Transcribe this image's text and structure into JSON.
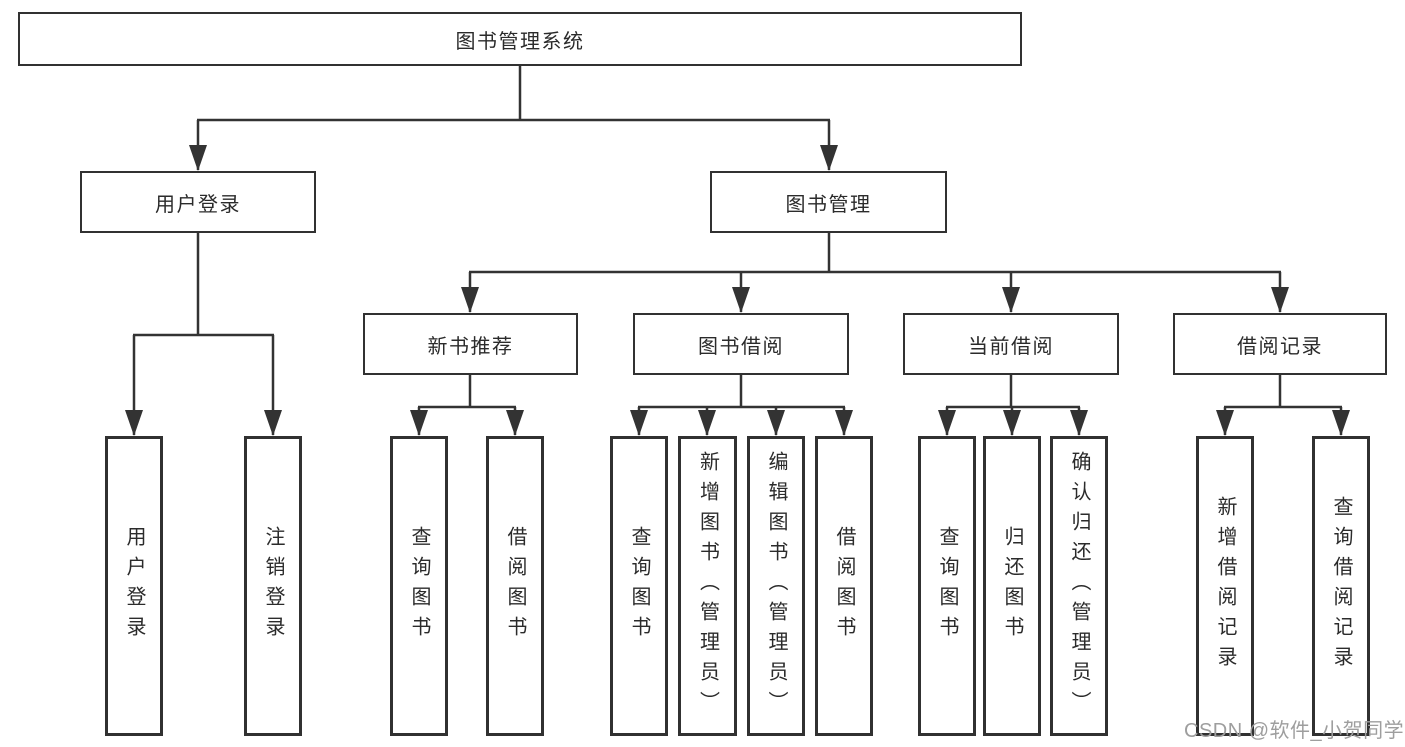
{
  "diagram": {
    "type": "hierarchy",
    "colors": {
      "line": "#333333",
      "box_border": "#313131",
      "box_fill": "#ffffff",
      "text": "#2b2b2b"
    },
    "root": {
      "id": "library-management-system",
      "label": "图书管理系统"
    },
    "level2": [
      {
        "id": "user-login",
        "label": "用户登录",
        "parent": "library-management-system"
      },
      {
        "id": "book-management",
        "label": "图书管理",
        "parent": "library-management-system"
      }
    ],
    "level3": [
      {
        "id": "new-book-recommend",
        "label": "新书推荐",
        "parent": "book-management"
      },
      {
        "id": "book-borrowing",
        "label": "图书借阅",
        "parent": "book-management"
      },
      {
        "id": "current-borrowing",
        "label": "当前借阅",
        "parent": "book-management"
      },
      {
        "id": "borrowing-records",
        "label": "借阅记录",
        "parent": "book-management"
      }
    ],
    "leaves": [
      {
        "id": "leaf-user-login",
        "label": "用户登录",
        "parent": "user-login"
      },
      {
        "id": "leaf-logout",
        "label": "注销登录",
        "parent": "user-login"
      },
      {
        "id": "leaf-nbr-query-books",
        "label": "查询图书",
        "parent": "new-book-recommend"
      },
      {
        "id": "leaf-nbr-borrow-books",
        "label": "借阅图书",
        "parent": "new-book-recommend"
      },
      {
        "id": "leaf-bb-query-books",
        "label": "查询图书",
        "parent": "book-borrowing"
      },
      {
        "id": "leaf-bb-add-books",
        "label": "新增图书（管理员）",
        "parent": "book-borrowing"
      },
      {
        "id": "leaf-bb-edit-books",
        "label": "编辑图书（管理员）",
        "parent": "book-borrowing"
      },
      {
        "id": "leaf-bb-borrow-books",
        "label": "借阅图书",
        "parent": "book-borrowing"
      },
      {
        "id": "leaf-cb-query-books",
        "label": "查询图书",
        "parent": "current-borrowing"
      },
      {
        "id": "leaf-cb-return-books",
        "label": "归还图书",
        "parent": "current-borrowing"
      },
      {
        "id": "leaf-cb-confirm-return",
        "label": "确认归还（管理员）",
        "parent": "current-borrowing"
      },
      {
        "id": "leaf-br-add-record",
        "label": "新增借阅记录",
        "parent": "borrowing-records"
      },
      {
        "id": "leaf-br-query-record",
        "label": "查询借阅记录",
        "parent": "borrowing-records"
      }
    ]
  },
  "watermark": {
    "text": "CSDN @软件_小贺同学",
    "color": "#9e9e9e"
  }
}
